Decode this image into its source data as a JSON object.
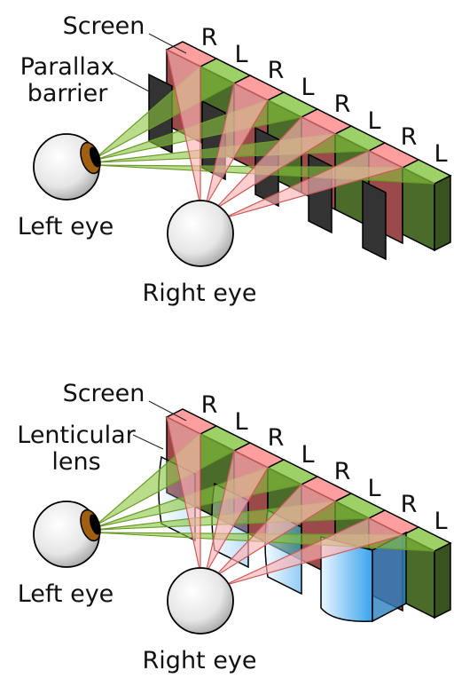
{
  "panels": [
    {
      "screen_label": "Screen",
      "barrier_label_lines": [
        "Parallax",
        "barrier"
      ],
      "left_eye_label": "Left eye",
      "right_eye_label": "Right eye",
      "strip_labels": [
        "R",
        "L",
        "R",
        "L",
        "R",
        "L",
        "R",
        "L"
      ]
    },
    {
      "screen_label": "Screen",
      "barrier_label_lines": [
        "Lenticular",
        "lens"
      ],
      "left_eye_label": "Left eye",
      "right_eye_label": "Right eye",
      "strip_labels": [
        "R",
        "L",
        "R",
        "L",
        "R",
        "L",
        "R",
        "L"
      ]
    }
  ],
  "colors": {
    "right_strip_top": "#ff9e9e",
    "right_strip_front": "#9a4a4a",
    "left_strip_top": "#9ed068",
    "left_strip_front": "#4a6b2a",
    "green_rays": "#8cc63f",
    "red_rays": "#ffb3b3",
    "barrier": "#333333",
    "lens": "#5ab4f0",
    "iris": "#a06010"
  },
  "icons": {
    "eye": "eyeball-icon"
  }
}
